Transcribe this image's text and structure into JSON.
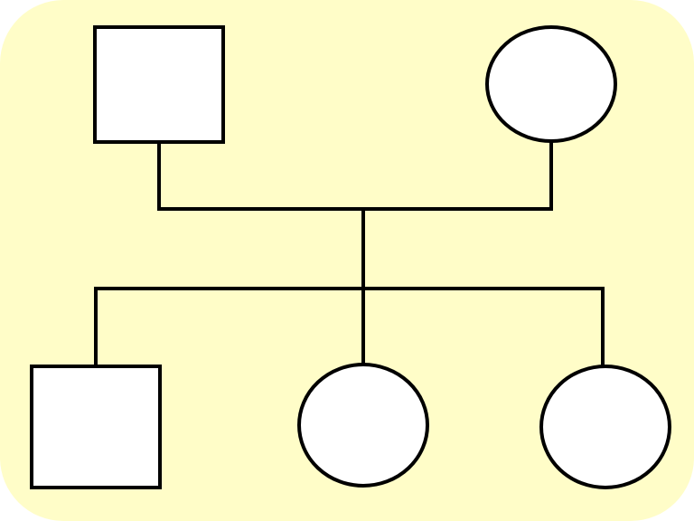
{
  "diagram": {
    "type": "pedigree",
    "colors": {
      "background": "#FFFDC8",
      "node_fill": "#FFFFFF",
      "stroke": "#000000"
    },
    "generations": [
      {
        "members": [
          {
            "id": "parent-1",
            "shape": "square",
            "sex": "male"
          },
          {
            "id": "parent-2",
            "shape": "circle",
            "sex": "female"
          }
        ]
      },
      {
        "members": [
          {
            "id": "child-1",
            "shape": "square",
            "sex": "male"
          },
          {
            "id": "child-2",
            "shape": "circle",
            "sex": "female"
          },
          {
            "id": "child-3",
            "shape": "circle",
            "sex": "female"
          }
        ]
      }
    ],
    "relationships": [
      {
        "type": "mating",
        "members": [
          "parent-1",
          "parent-2"
        ]
      },
      {
        "type": "sibship",
        "parents": [
          "parent-1",
          "parent-2"
        ],
        "children": [
          "child-1",
          "child-2",
          "child-3"
        ]
      }
    ]
  }
}
